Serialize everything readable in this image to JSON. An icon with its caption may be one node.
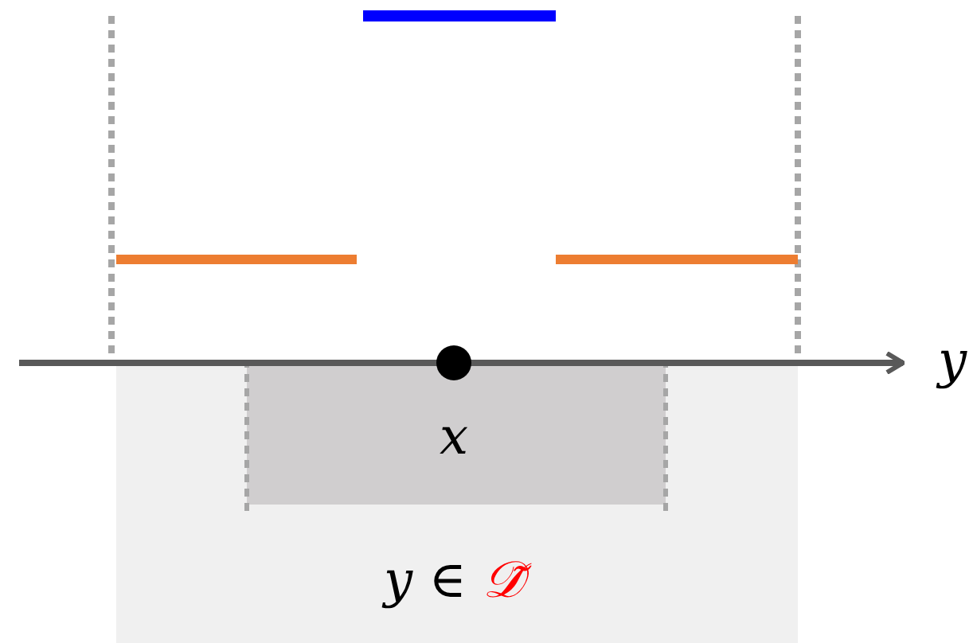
{
  "diagram": {
    "labels": [
      "y",
      "x",
      "y ∈ 𝒟̃"
    ]
  }
}
